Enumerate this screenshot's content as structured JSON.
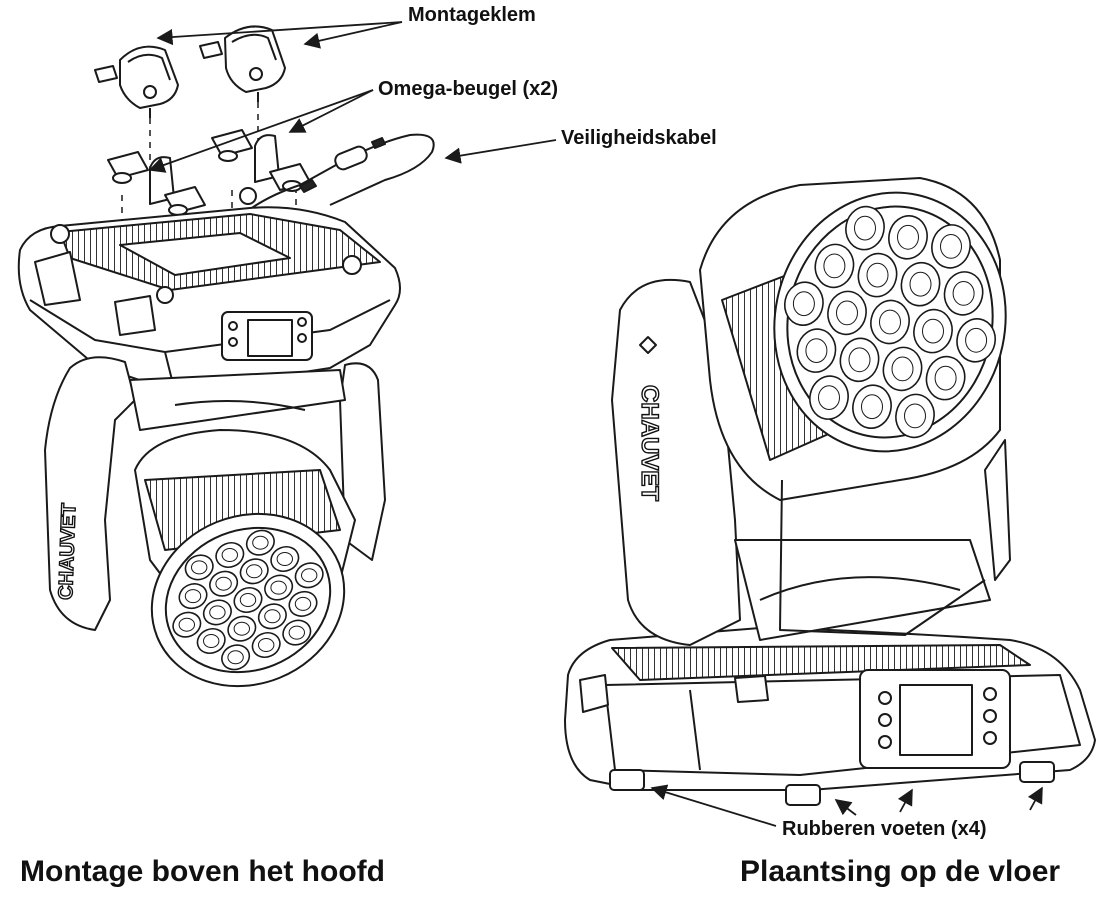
{
  "labels": {
    "mounting_clamp": "Montageklem",
    "omega_bracket": "Omega-beugel (x2)",
    "safety_cable": "Veiligheidskabel",
    "rubber_feet": "Rubberen voeten (x4)"
  },
  "captions": {
    "overhead": "Montage boven het hoofd",
    "floor": "Plaantsing op de vloer"
  },
  "brand_text": "CHAUVET",
  "colors": {
    "line": "#1a1a1a",
    "fill": "#ffffff",
    "shade": "#d9d9d9"
  },
  "lens_count": 19
}
